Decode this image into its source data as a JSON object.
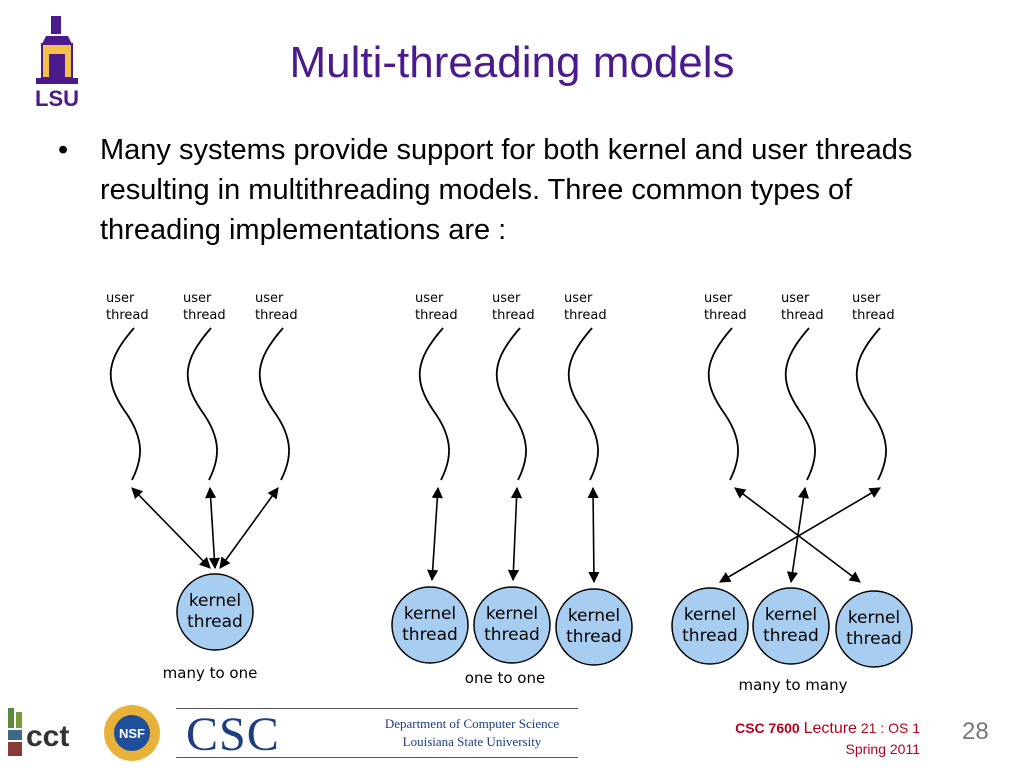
{
  "slide": {
    "title": "Multi-threading models",
    "bullets": [
      "Many systems provide support for both kernel and user threads resulting in multithreading models. Three common types of threading implementations are :"
    ],
    "bullet_glyph": "•"
  },
  "logo": {
    "text": "LSU"
  },
  "diagram": {
    "user_thread_label": [
      "user",
      "thread"
    ],
    "kernel_thread_label": [
      "kernel",
      "thread"
    ],
    "models": [
      {
        "caption": "many to one"
      },
      {
        "caption": "one to one"
      },
      {
        "caption": "many to many"
      }
    ],
    "colors": {
      "kernel_fill": "#a7cdf0",
      "stroke": "#000000"
    }
  },
  "footer": {
    "cct_text": "cct",
    "nsf_text": "NSF",
    "csc_text": "CSC",
    "dept_line1": "Department of Computer Science",
    "dept_line2": "Louisiana State University",
    "course_code": "CSC 7600",
    "lecture_word": "Lecture",
    "lecture_detail": "21 : OS 1",
    "term": "Spring 2011",
    "slide_number": "28"
  },
  "colors": {
    "title": "#4b1a8c",
    "csc_blue": "#1c3d80",
    "footer_red": "#b8001c",
    "lsu_purple": "#4b1a8c",
    "lsu_gold": "#f3c14a"
  }
}
